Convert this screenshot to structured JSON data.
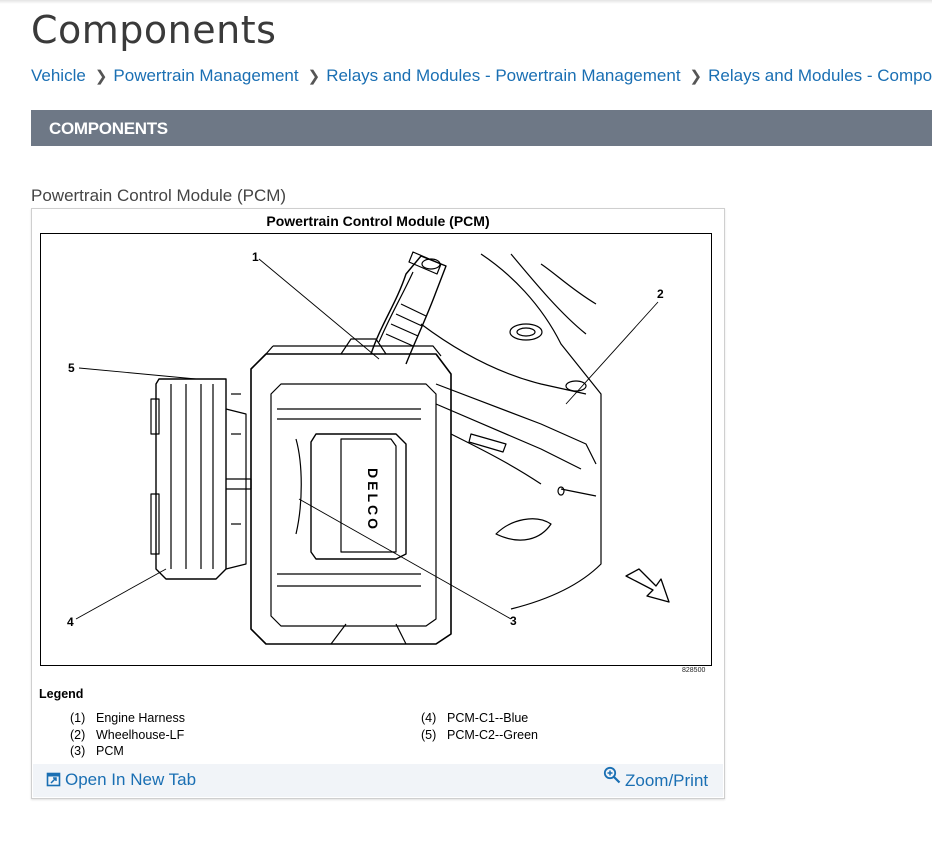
{
  "page": {
    "title": "Components"
  },
  "breadcrumb": [
    {
      "label": "Vehicle"
    },
    {
      "label": "Powertrain Management"
    },
    {
      "label": "Relays and Modules - Powertrain Management"
    },
    {
      "label": "Relays and Modules - Components"
    }
  ],
  "section": {
    "heading": "COMPONENTS"
  },
  "figure": {
    "caption": "Powertrain Control Module (PCM)",
    "title": "Powertrain Control Module (PCM)",
    "figure_id": "828500",
    "callouts": [
      "1",
      "2",
      "3",
      "4",
      "5"
    ],
    "module_brand": "DELCO",
    "legend_title": "Legend",
    "legend": [
      {
        "num": "(1)",
        "text": "Engine Harness"
      },
      {
        "num": "(2)",
        "text": "Wheelhouse-LF"
      },
      {
        "num": "(3)",
        "text": "PCM"
      },
      {
        "num": "(4)",
        "text": "PCM-C1--Blue"
      },
      {
        "num": "(5)",
        "text": "PCM-C2--Green"
      }
    ]
  },
  "toolbar": {
    "open_new_tab": "Open In New Tab",
    "zoom_print": "Zoom/Print"
  },
  "colors": {
    "link": "#1a6fb3",
    "section_bar": "#6e7886",
    "toolbar_bg": "#f1f4f8"
  }
}
